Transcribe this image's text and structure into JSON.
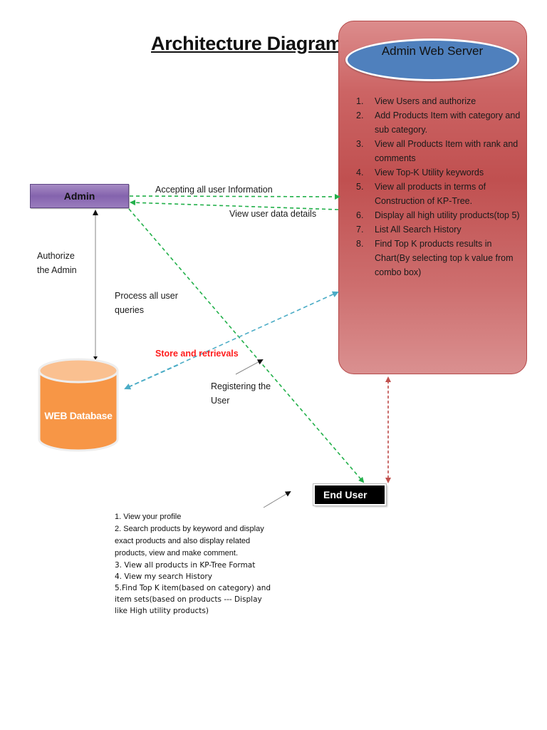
{
  "title": "Architecture Diagram",
  "colors": {
    "server_fill": "#c85a5a",
    "server_oval": "#4f80bd",
    "admin_fill": "#8463ad",
    "database_fill": "#f79646",
    "database_top": "#fac090",
    "end_user_fill": "#000000",
    "green_arrow": "#22b04a",
    "blue_arrow": "#4bacc6",
    "red_arrow": "#c0504d",
    "red_label": "#ff1c1c"
  },
  "admin_web_server": {
    "title": "Admin Web Server",
    "items": [
      {
        "num": "1.",
        "lines": [
          "View Users and authorize"
        ]
      },
      {
        "num": "2.",
        "lines": [
          "Add Products Item with category and",
          "sub category."
        ]
      },
      {
        "num": "3.",
        "lines": [
          "View all Products Item with rank and",
          "comments"
        ]
      },
      {
        "num": "4.",
        "lines": [
          "View Top-K Utility keywords"
        ]
      },
      {
        "num": "5.",
        "lines": [
          "View all products in terms of",
          "Construction of KP-Tree."
        ]
      },
      {
        "num": "6.",
        "lines": [
          "Display all high utility products(top 5)"
        ]
      },
      {
        "num": "7.",
        "lines": [
          "List All Search History"
        ]
      },
      {
        "num": "8.",
        "lines": [
          "Find Top K products results in",
          "Chart(By selecting top k value from",
          "combo box)"
        ]
      }
    ]
  },
  "admin": {
    "label": "Admin"
  },
  "database": {
    "label": "WEB Database"
  },
  "end_user": {
    "label": "End User",
    "items": [
      "1. View your profile",
      "2. Search products by keyword and display",
      "exact products and also display related",
      "products, view and make comment.",
      "3.  View all products in KP-Tree Format",
      "4. View my search History",
      "5.Find Top K item(based on  category) and",
      "item sets(based on products --- Display",
      "like High utility  products)"
    ]
  },
  "connections": {
    "accepting": "Accepting all user Information",
    "view_details": "View user data details",
    "authorize": [
      "Authorize",
      "the Admin"
    ],
    "process": [
      "Process all user",
      "queries"
    ],
    "store": "Store and retrievals",
    "registering": [
      "Registering the",
      "User"
    ]
  }
}
